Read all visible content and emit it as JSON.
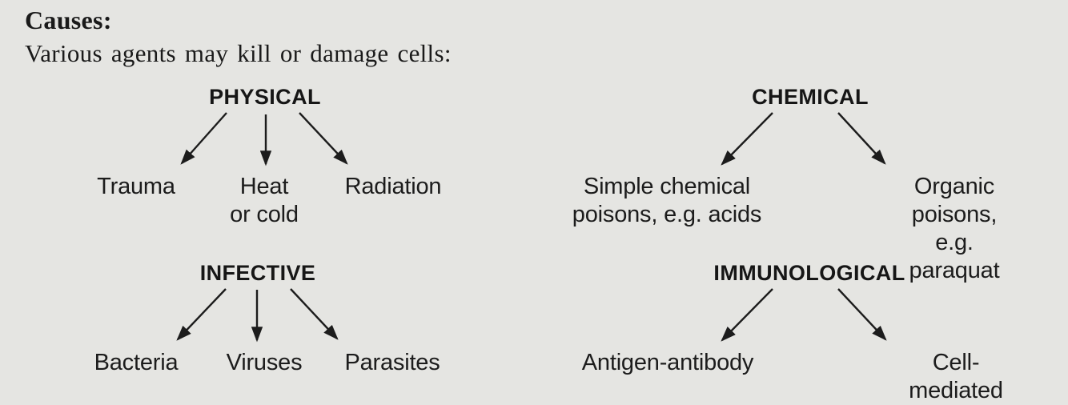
{
  "page": {
    "title": "Causes:",
    "subtitle": "Various agents may kill or damage cells:"
  },
  "trees": [
    {
      "heading": "PHYSICAL",
      "children": [
        {
          "label": "Trauma"
        },
        {
          "label": "Heat\nor cold"
        },
        {
          "label": "Radiation"
        }
      ]
    },
    {
      "heading": "CHEMICAL",
      "children": [
        {
          "label": "Simple chemical\npoisons, e.g. acids"
        },
        {
          "label": "Organic poisons,\ne.g. paraquat"
        }
      ]
    },
    {
      "heading": "INFECTIVE",
      "children": [
        {
          "label": "Bacteria"
        },
        {
          "label": "Viruses"
        },
        {
          "label": "Parasites"
        }
      ]
    },
    {
      "heading": "IMMUNOLOGICAL",
      "children": [
        {
          "label": "Antigen-antibody"
        },
        {
          "label": "Cell-mediated"
        }
      ]
    }
  ],
  "colors": {
    "background": "#e5e5e2",
    "text": "#1a1a1a"
  }
}
